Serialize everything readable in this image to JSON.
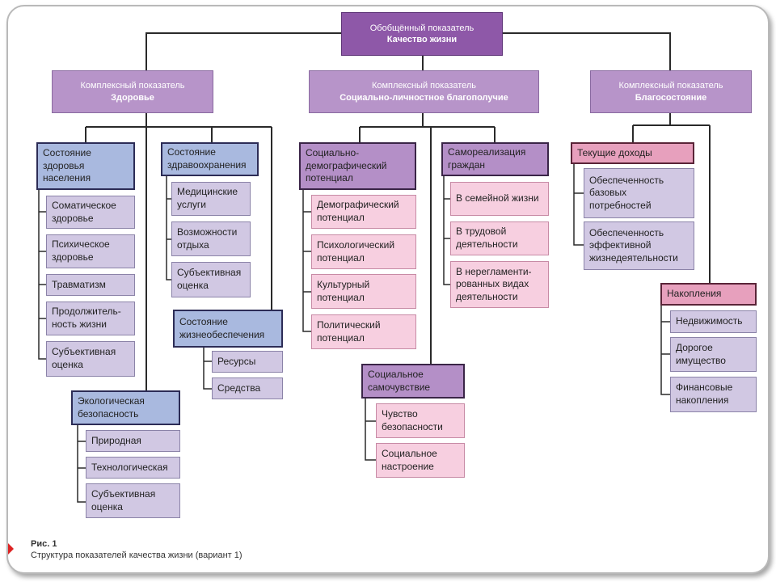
{
  "root": {
    "line1": "Обобщённый показатель",
    "line2": "Качество жизни"
  },
  "level2": [
    {
      "line1": "Комплексный показатель",
      "line2": "Здоровье"
    },
    {
      "line1": "Комплексный показатель",
      "line2": "Социально-личностное благополучие"
    },
    {
      "line1": "Комплексный показатель",
      "line2": "Благосостояние"
    }
  ],
  "health": {
    "population": {
      "title": "Состояние здоровья населения",
      "items": [
        "Соматическое здоровье",
        "Психическое здоровье",
        "Травматизм",
        "Продолжитель-ность жизни",
        "Субъективная оценка"
      ]
    },
    "healthcare": {
      "title": "Состояние здравоохранения",
      "items": [
        "Медицинские услуги",
        "Возможности отдыха",
        "Субъективная оценка"
      ]
    },
    "life_support": {
      "title": "Состояние жизнеобеспечения",
      "items": [
        "Ресурсы",
        "Средства"
      ]
    },
    "ecology": {
      "title": "Экологическая безопасность",
      "items": [
        "Природная",
        "Технологическая",
        "Субъективная оценка"
      ]
    }
  },
  "social": {
    "demographic": {
      "title": "Социально-демографический потенциал",
      "items": [
        "Демографический потенциал",
        "Психологический потенциал",
        "Культурный потенциал",
        "Политический потенциал"
      ]
    },
    "self_realization": {
      "title": "Самореализация граждан",
      "items": [
        "В семейной жизни",
        "В трудовой деятельности",
        "В нерегламенти-рованных видах деятельности"
      ]
    },
    "wellbeing": {
      "title": "Социальное самочувствие",
      "items": [
        "Чувство безопасности",
        "Социальное настроение"
      ]
    }
  },
  "wealth": {
    "income": {
      "title": "Текущие доходы",
      "items": [
        "Обеспеченность базовых потребностей",
        "Обеспеченность эффективной жизнедеятельности"
      ]
    },
    "savings": {
      "title": "Накопления",
      "items": [
        "Недвижимость",
        "Дорогое имущество",
        "Финансовые накопления"
      ]
    }
  },
  "caption": {
    "title": "Рис. 1",
    "text": "Структура показателей качества жизни (вариант 1)"
  },
  "colors": {
    "root": "#8e58a8",
    "level2": "#b794c9",
    "blue_header": "#a9b9df",
    "purple_header": "#b48fc7",
    "pink_header": "#e7a0bd",
    "lavender_item": "#d1c8e3",
    "pink_item": "#f7cfe0"
  }
}
